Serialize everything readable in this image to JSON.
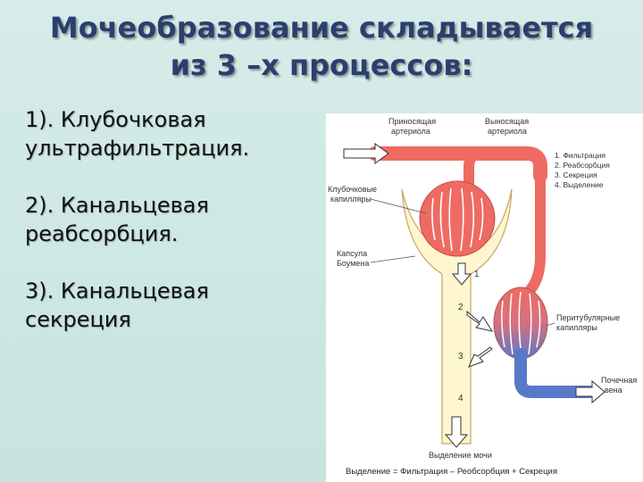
{
  "title": {
    "line1": "Мочеобразование складывается",
    "line2": "из 3 –х процессов:"
  },
  "processes": [
    {
      "line1": "1). Клубочковая",
      "line2": "ультрафильтрация."
    },
    {
      "line1": "2). Канальцевая",
      "line2": "реабсорбция."
    },
    {
      "line1": "3). Канальцевая",
      "line2": " секреция"
    }
  ],
  "diagram": {
    "afferent_line1": "Приносящая",
    "afferent_line2": "артериола",
    "efferent_line1": "Выносящая",
    "efferent_line2": "артериола",
    "legend": [
      "1. Фильтрация",
      "2. Реабсорбция",
      "3. Секреция",
      "4. Выделение"
    ],
    "glomerular_line1": "Клубочковые",
    "glomerular_line2": "капилляры",
    "capsule_line1": "Капсула",
    "capsule_line2": "Боумена",
    "peritubular_line1": "Перитубулярные",
    "peritubular_line2": "капилляры",
    "vein_line1": "Почечная",
    "vein_line2": "вена",
    "excretion_label": "Выделение мочи",
    "formula": "Выделение = Фильтрация – Реобсорбция + Секреция",
    "numbers": [
      "1",
      "2",
      "3",
      "4"
    ]
  },
  "colors": {
    "title": "#2b3f6e",
    "background": "#d6ece8",
    "arterial": "#ee6b63",
    "venous": "#5a78c8",
    "tubule": "#fdf6cf"
  }
}
